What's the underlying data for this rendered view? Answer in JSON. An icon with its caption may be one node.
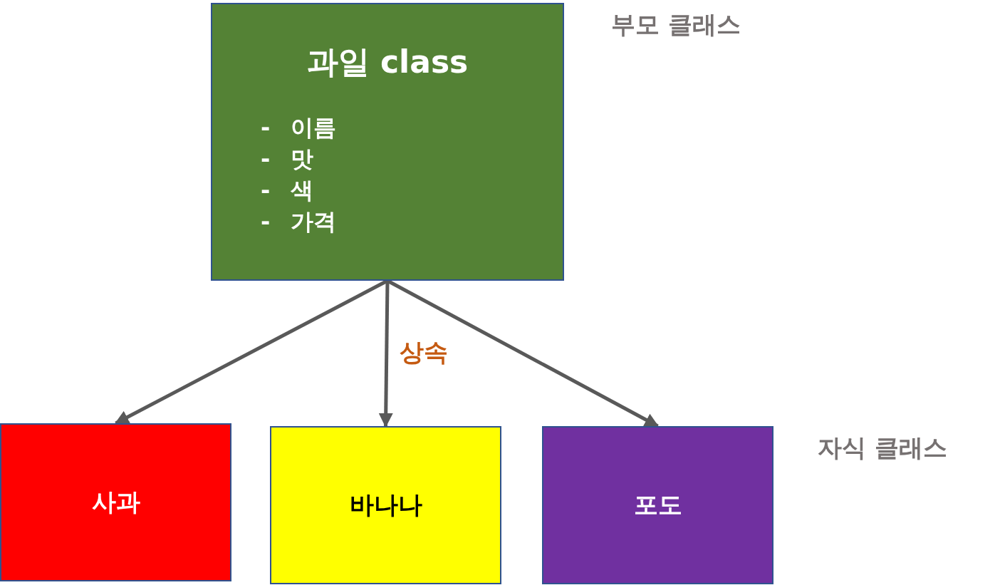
{
  "diagram": {
    "nodes": [
      {
        "text": [
          "과일 class",
          "- 이름",
          "- 맛",
          "- 색",
          "- 가격"
        ]
      },
      {
        "text": [
          "사과"
        ]
      },
      {
        "text": [
          "바나나"
        ]
      },
      {
        "text": [
          "포도"
        ]
      }
    ],
    "edges": [
      {
        "from": 0,
        "to": 1,
        "arrow": "to"
      },
      {
        "from": 0,
        "to": 2,
        "arrow": "to",
        "label": "상속"
      },
      {
        "from": 0,
        "to": 3,
        "arrow": "to"
      }
    ],
    "labels": [
      "부모 클래스",
      "자식 클래스"
    ]
  }
}
